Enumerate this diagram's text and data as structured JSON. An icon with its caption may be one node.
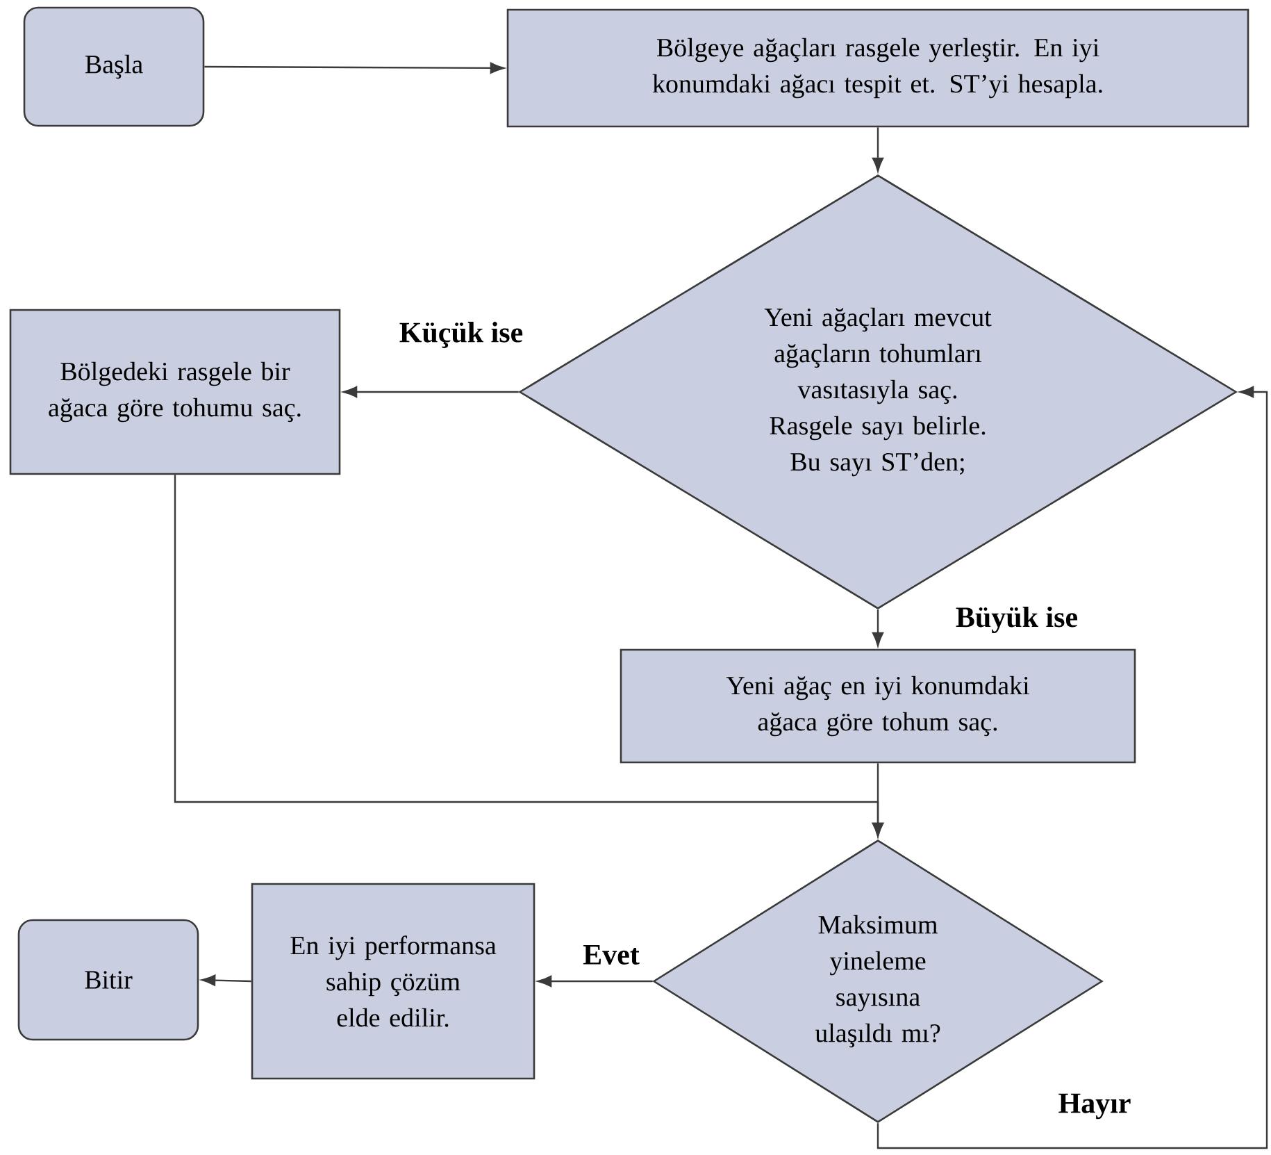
{
  "diagram": {
    "nodes": [
      {
        "text": [
          "Başla"
        ]
      },
      {
        "text": [
          "Bölgeye ağaçları rasgele yerleştir. En iyi konumdaki ağacı tespit et. ST’yi hesapla."
        ]
      },
      {
        "text": [
          "Yeni ağaçları mevcut ağaçların tohumları vasıtasıyla saç. Rasgele sayı belirle. Bu sayı ST’den;"
        ]
      },
      {
        "text": [
          "Bölgedeki rasgele bir ağaca göre tohumu saç."
        ]
      },
      {
        "text": [
          "Yeni ağaç en iyi konumdaki ağaca göre tohum saç."
        ]
      },
      {
        "text": [
          "Maksimum yineleme sayısına ulaşıldı mı?"
        ]
      },
      {
        "text": [
          "En iyi performansa sahip çözüm elde edilir."
        ]
      },
      {
        "text": [
          "Bitir"
        ]
      }
    ],
    "edges": [
      {
        "from": 0,
        "to": 1,
        "arrow": "to"
      },
      {
        "from": 1,
        "to": 2,
        "arrow": "to"
      },
      {
        "from": 2,
        "to": 3,
        "arrow": "to",
        "label": "Küçük ise"
      },
      {
        "from": 2,
        "to": 4,
        "arrow": "to",
        "label": "Büyük ise"
      },
      {
        "from": 3,
        "to": 5,
        "arrow": "to"
      },
      {
        "from": 4,
        "to": 5,
        "arrow": "to"
      },
      {
        "from": 5,
        "to": 6,
        "arrow": "to",
        "label": "Evet"
      },
      {
        "from": 6,
        "to": 7,
        "arrow": "to"
      },
      {
        "from": 5,
        "to": 2,
        "arrow": "to",
        "label": "Hayır"
      }
    ]
  }
}
